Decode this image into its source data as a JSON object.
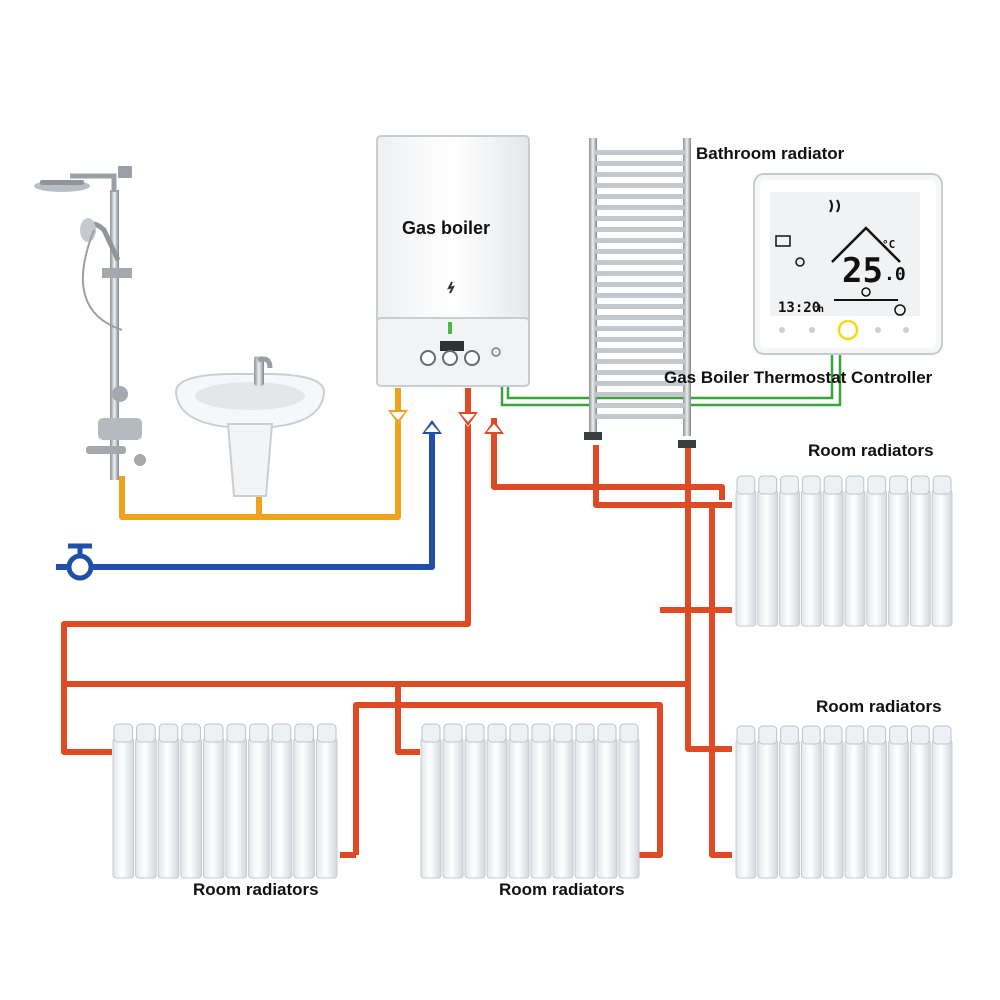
{
  "labels": {
    "gas_boiler": "Gas boiler",
    "bathroom_radiator": "Bathroom radiator",
    "thermostat_controller": "Gas  Boiler Thermostat Controller",
    "room_radiators_right_top": "Room radiators",
    "room_radiators_right_bottom": "Room radiators",
    "room_radiators_left": "Room radiators",
    "room_radiators_middle": "Room radiators"
  },
  "thermostat": {
    "temperature": "25",
    "temperature_decimal": ".0",
    "unit": "°C",
    "time": "13:20",
    "time_suffix": "h"
  },
  "colors": {
    "hot_water": "#f0a21c",
    "cold_water": "#1f4fa8",
    "heating": "#dd4a24",
    "control_wire": "#3aa43c"
  },
  "icons": [
    "shower-icon",
    "sink-icon",
    "valve-icon",
    "gas-boiler-icon",
    "towel-radiator-icon",
    "thermostat-icon",
    "radiator-icon",
    "flow-arrow-icon"
  ]
}
